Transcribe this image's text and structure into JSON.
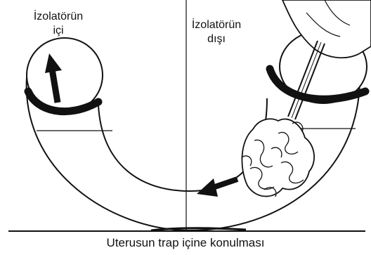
{
  "labels": {
    "inside_line1": "İzolatörün",
    "inside_line2": "içi",
    "outside_line1": "İzolatörün",
    "outside_line2": "dışı"
  },
  "caption": "Uterusun trap içine konulması",
  "colors": {
    "ink": "#111111",
    "background": "#ffffff"
  }
}
